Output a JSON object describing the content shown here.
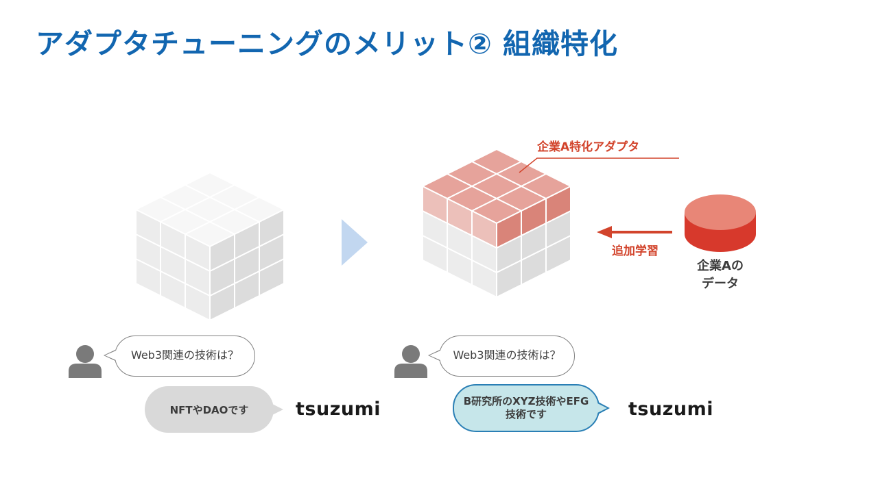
{
  "slide": {
    "title": "アダプタチューニングのメリット② 組織特化"
  },
  "diagram": {
    "adapter_label": "企業A特化アダプタ",
    "learning_label": "追加学習",
    "data_label_line1": "企業Aの",
    "data_label_line2": "データ"
  },
  "left_example": {
    "question": "Web3関連の技術は？",
    "answer": "NFTやDAOです",
    "brand": "tsuzumi"
  },
  "right_example": {
    "question": "Web3関連の技術は？",
    "answer_line1": "B研究所のXYZ技術やEFG",
    "answer_line2": "技術です",
    "brand": "tsuzumi"
  },
  "colors": {
    "title": "#1266b0",
    "accent_red": "#d2442c",
    "adapter_cube": "#e6a39b",
    "next_arrow": "#c2d7f0",
    "answer_gray": "#d9d9d9",
    "answer_teal": "#c6e6ea"
  }
}
